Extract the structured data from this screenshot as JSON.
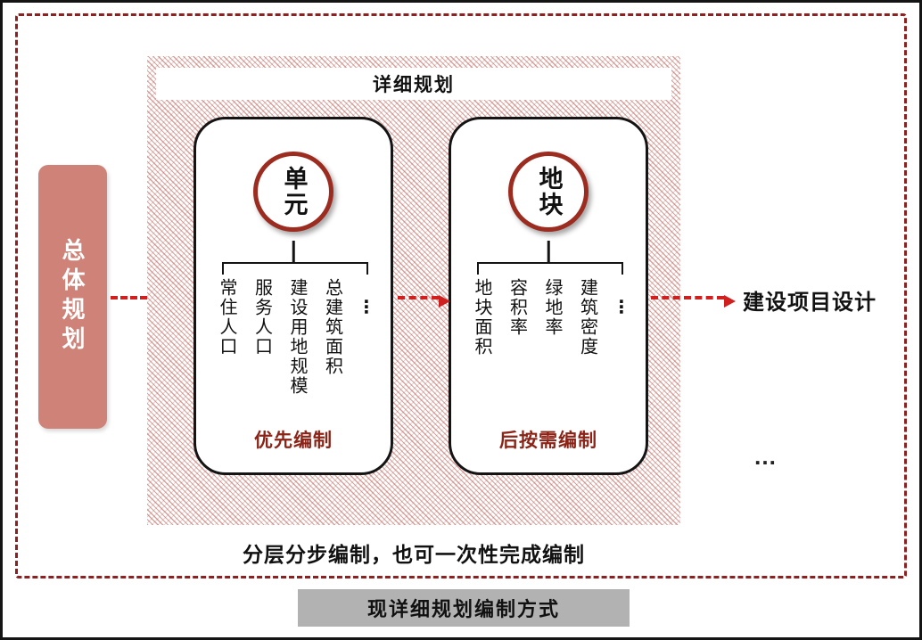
{
  "colors": {
    "frame_dash": "#8b2121",
    "arrow_red": "#cf1f1f",
    "circle_border_red": "#9c2b20",
    "unit_footer_red": "#8b2417",
    "left_box_fill": "#cf8277",
    "footer_bar_gray": "#b2b2b2"
  },
  "left_box": {
    "label": "总体规划"
  },
  "main": {
    "title": "详细规划",
    "units": [
      {
        "circle_label": "单元",
        "items": [
          "常住人口",
          "服务人口",
          "建设用地规模",
          "总建筑面积",
          "⋮"
        ],
        "footer": "优先编制"
      },
      {
        "circle_label": "地块",
        "items": [
          "地块面积",
          "容积率",
          "绿地率",
          "建筑密度",
          "⋮"
        ],
        "footer": "后按需编制"
      }
    ],
    "caption": "分层分步编制，也可一次性完成编制"
  },
  "right_label": "建设项目设计",
  "more_ellipsis": "…",
  "footer_bar": {
    "label": "现详细规划编制方式"
  }
}
